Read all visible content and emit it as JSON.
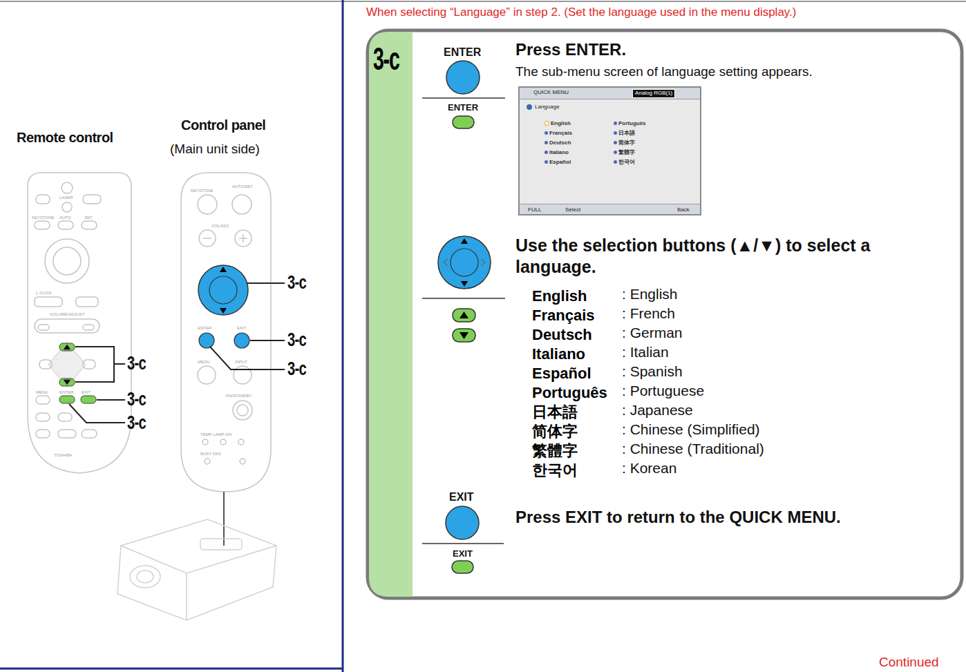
{
  "diagram": {
    "nodes": [
      {
        "text": [
          "3-c"
        ]
      },
      {
        "text": [
          "QUICK MENU",
          "Analog RGB(1)",
          "Language",
          "English",
          "Français",
          "Deutsch",
          "Italiano",
          "Español",
          "Português",
          "日本語",
          "简体字",
          "繁體字",
          "한국어",
          "FULL",
          "Select",
          "Back"
        ],
        "in": 0
      }
    ],
    "labels": [
      "When selecting “Language” in step 2. (Set the language used in the menu display.)",
      "Remote control",
      "Control panel",
      "(Main unit side)",
      "3-c",
      "3-c",
      "3-c",
      "3-c",
      "3-c",
      "3-c",
      "ENTER",
      "ENTER",
      "EXIT",
      "EXIT",
      "Press ENTER.",
      "The sub-menu screen of language setting appears.",
      "Use the selection buttons (▲/▼) to select a language.",
      "Press EXIT to return to the QUICK MENU.",
      "English",
      "Français",
      "Deutsch",
      "Italiano",
      "Español",
      "Português",
      "日本語",
      "简体字",
      "繁體字",
      "한국어",
      ": English",
      ": French",
      ": German",
      ": Italian",
      ": Spanish",
      ": Portuguese",
      ": Japanese",
      ": Chinese (Simplified)",
      ": Chinese (Traditional)",
      ": Korean",
      "Continued",
      "KEYSTONE",
      "AUTO/SET",
      "VOL/ADJ",
      "ENTER",
      "EXIT",
      "MENU",
      "INPUT",
      "ON/STANDBY",
      "TEMP LAMP ON",
      "BUSY FAN",
      "LASER",
      "KEYSTONE",
      "AUTO",
      "SET",
      "L-CLICK",
      "VOLUME/ADJUST",
      "MENU",
      "ENTER",
      "EXIT",
      "TOSHIBA"
    ]
  }
}
